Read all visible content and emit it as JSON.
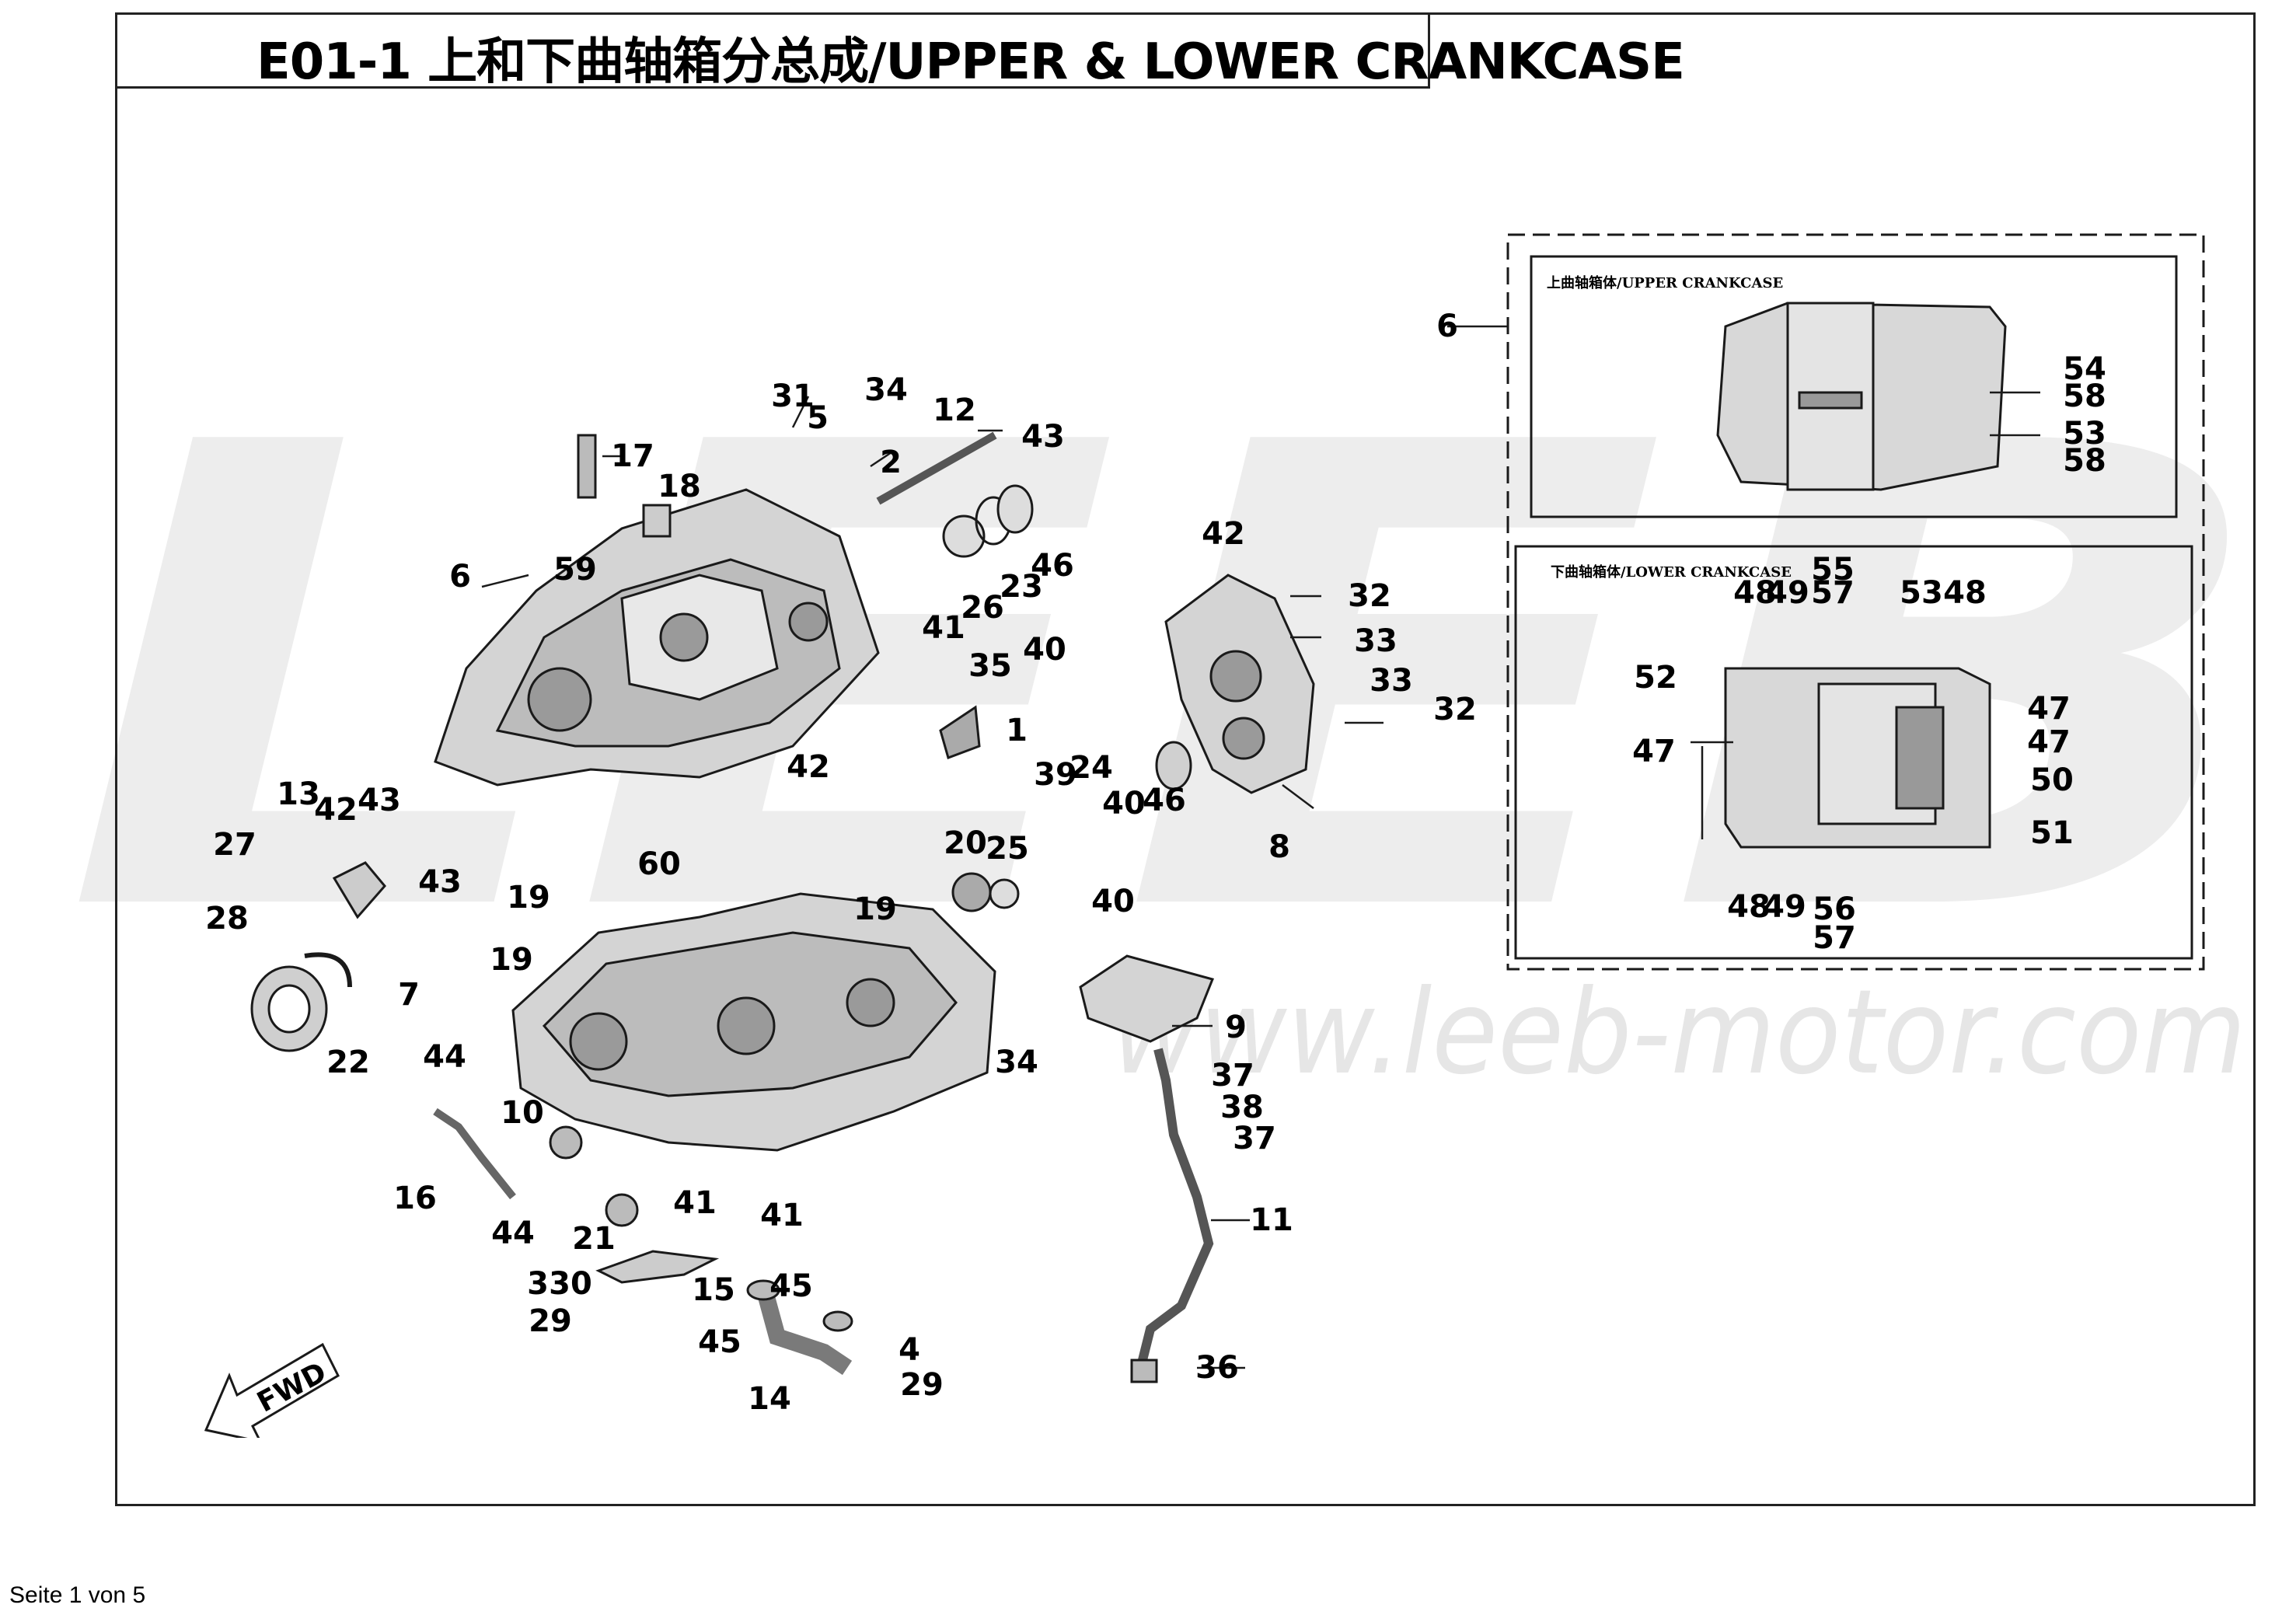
{
  "title": "E01-1  上和下曲轴箱分总成/UPPER & LOWER CRANKCASE",
  "watermark": {
    "brand": "LEEB",
    "url": "www.leeb-motor.com"
  },
  "footer": "Seite 1 von 5",
  "fwd_arrow": "FWD",
  "insets": {
    "upper": {
      "title": "上曲轴箱体/UPPER CRANKCASE"
    },
    "lower": {
      "title": "下曲轴箱体/LOWER CRANKCASE"
    }
  },
  "callouts": [
    "1",
    "2",
    "3",
    "4",
    "5",
    "6",
    "7",
    "8",
    "9",
    "10",
    "11",
    "12",
    "13",
    "14",
    "15",
    "16",
    "17",
    "18",
    "19",
    "20",
    "21",
    "22",
    "23",
    "24",
    "25",
    "26",
    "27",
    "28",
    "29",
    "30",
    "31",
    "32",
    "33",
    "34",
    "35",
    "36",
    "37",
    "38",
    "39",
    "40",
    "41",
    "42",
    "43",
    "44",
    "45",
    "46",
    "47",
    "48",
    "49",
    "50",
    "51",
    "52",
    "53",
    "54",
    "55",
    "56",
    "57",
    "58",
    "59",
    "60"
  ],
  "colors": {
    "line": "#1a1a1a",
    "part_fill": "#cfcfcf",
    "part_dark": "#8a8a8a",
    "watermark": "#ececec"
  }
}
